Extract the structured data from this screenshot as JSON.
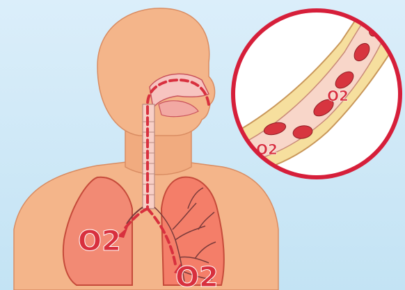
{
  "scene": {
    "labels": {
      "o2_left_lung": "O2",
      "o2_right_lung": "O2",
      "o2_zoom_upper": "O2",
      "o2_zoom_lower": "O2"
    },
    "colors": {
      "background_top": "#d7ecf7",
      "background_bottom": "#bfe1f3",
      "skin": "#f4b58a",
      "skin_shadow": "#e79f72",
      "lung_fill": "#f28a74",
      "lung_right_fill": "#f47e69",
      "airway_red": "#d8303e",
      "zoom_ring": "#d61f3a",
      "vessel_wall": "#f6df9e",
      "vessel_inner": "#f8d6c9",
      "blood_cell": "#d7353f",
      "zoom_bg": "#ffffff"
    }
  }
}
